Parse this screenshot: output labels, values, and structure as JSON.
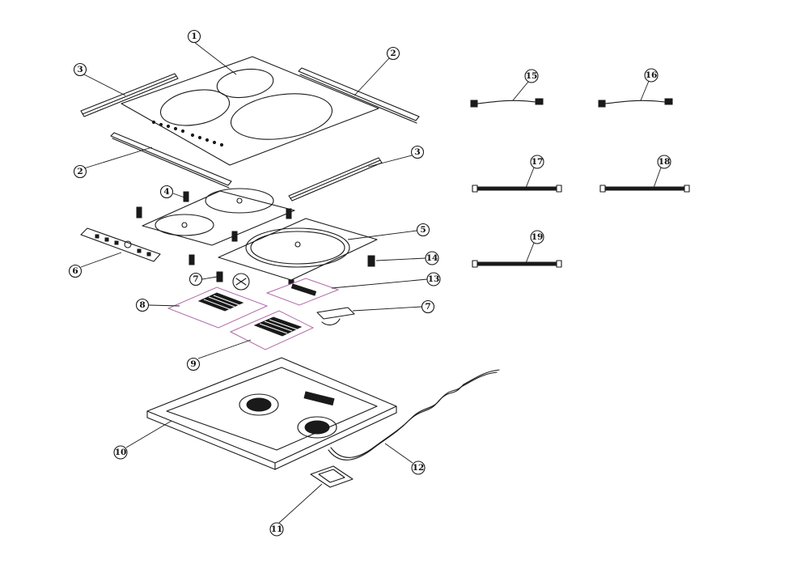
{
  "callouts": [
    {
      "id": "1",
      "label": "1"
    },
    {
      "id": "2a",
      "label": "2"
    },
    {
      "id": "2b",
      "label": "2"
    },
    {
      "id": "3a",
      "label": "3"
    },
    {
      "id": "3b",
      "label": "3"
    },
    {
      "id": "4",
      "label": "4"
    },
    {
      "id": "5",
      "label": "5"
    },
    {
      "id": "6",
      "label": "6"
    },
    {
      "id": "7a",
      "label": "7"
    },
    {
      "id": "7b",
      "label": "7"
    },
    {
      "id": "8",
      "label": "8"
    },
    {
      "id": "9",
      "label": "9"
    },
    {
      "id": "10",
      "label": "10"
    },
    {
      "id": "11",
      "label": "11"
    },
    {
      "id": "12",
      "label": "12"
    },
    {
      "id": "13",
      "label": "13"
    },
    {
      "id": "14",
      "label": "14"
    },
    {
      "id": "15",
      "label": "15"
    },
    {
      "id": "16",
      "label": "16"
    },
    {
      "id": "17",
      "label": "17"
    },
    {
      "id": "18",
      "label": "18"
    },
    {
      "id": "19",
      "label": "19"
    }
  ]
}
